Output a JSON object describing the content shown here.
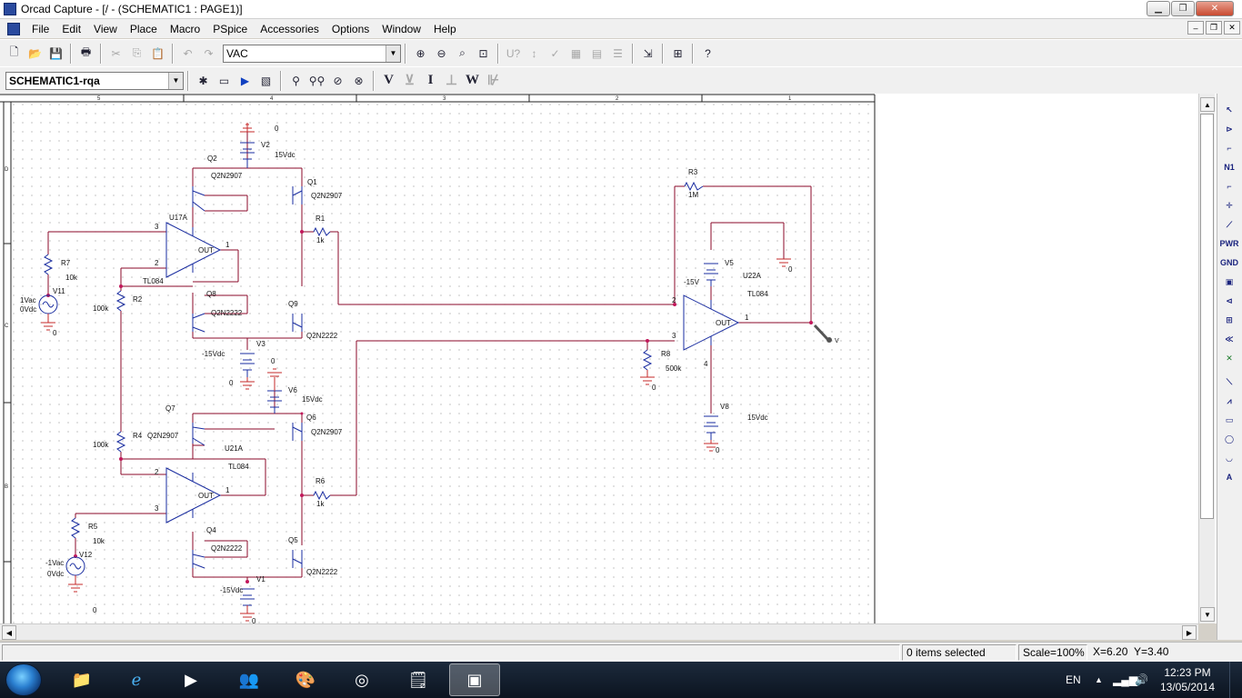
{
  "window": {
    "title": "Orcad Capture - [/ - (SCHEMATIC1 : PAGE1)]"
  },
  "menu": [
    "File",
    "Edit",
    "View",
    "Place",
    "Macro",
    "PSpice",
    "Accessories",
    "Options",
    "Window",
    "Help"
  ],
  "toolbar1": {
    "part_combo_value": "VAC"
  },
  "toolbar2": {
    "profile_combo_value": "SCHEMATIC1-rqa",
    "probe_buttons": [
      "V",
      "I",
      "W"
    ]
  },
  "border_zones": {
    "top": [
      "5",
      "4",
      "3",
      "2",
      "1"
    ],
    "left": [
      "D",
      "C",
      "B"
    ]
  },
  "schematic": {
    "labels": {
      "v2_gnd": "0",
      "v2": "V2",
      "v2_val": "15Vdc",
      "q2": "Q2",
      "q2_model": "Q2N2907",
      "q1": "Q1",
      "q1_model": "Q2N2907",
      "u17a": "U17A",
      "u17a_in_plus": "3",
      "u17a_in_minus": "2",
      "u17a_out": "OUT",
      "u17a_pin1": "1",
      "u17a_model": "TL084",
      "r1": "R1",
      "r1_val": "1k",
      "r7": "R7",
      "r7_val": "10k",
      "v11_val": "1Vac",
      "v11_dc": "0Vdc",
      "v11": "V11",
      "v11_gnd": "0",
      "r2": "R2",
      "r2_val": "100k",
      "q8": "Q8",
      "q8_model": "Q2N2222",
      "q9": "Q9",
      "q9_model": "Q2N2222",
      "v3": "V3",
      "v3_val": "-15Vdc",
      "v3_gnd": "0",
      "v6_gnd": "0",
      "v6": "V6",
      "v6_val": "15Vdc",
      "q7": "Q7",
      "q6": "Q6",
      "q6_model": "Q2N2907",
      "r4": "R4",
      "r4_val": "100k",
      "q7_model": "Q2N2907",
      "u21a": "U21A",
      "u21a_model": "TL084",
      "u21a_in_minus": "2",
      "u21a_in_plus": "3",
      "u21a_out": "OUT",
      "u21a_pin1": "1",
      "r6": "R6",
      "r6_val": "1k",
      "r5": "R5",
      "r5_val": "10k",
      "v12": "V12",
      "v12_val": "-1Vac",
      "v12_dc": "0Vdc",
      "q4": "Q4",
      "q4_model": "Q2N2222",
      "q5": "Q5",
      "q5_model": "Q2N2222",
      "v1": "V1",
      "v1_val": "-15Vdc",
      "v1_gnd": "0",
      "free_zero": "0",
      "r3": "R3",
      "r3_val": "1M",
      "v5": "V5",
      "v5_val": "-15V",
      "v5_gnd": "0",
      "u22a": "U22A",
      "u22a_model": "TL084",
      "u22a_in_minus": "2",
      "u22a_in_plus": "3",
      "u22a_out": "OUT",
      "u22a_pin1": "1",
      "u22a_pin4": "4",
      "r8": "R8",
      "r8_val": "500k",
      "r8_gnd": "0",
      "v8": "V8",
      "v8_val": "15Vdc",
      "v8_gnd": "0",
      "probe_v": "V"
    }
  },
  "palette": [
    "select",
    "part",
    "wire",
    "net-alias",
    "bus",
    "junction",
    "bus-entry",
    "power",
    "ground",
    "hierarchical-block",
    "port",
    "pin",
    "off-page",
    "no-connect",
    "line",
    "polyline",
    "rectangle",
    "ellipse",
    "arc",
    "text"
  ],
  "status": {
    "selection": "0 items selected",
    "scale": "Scale=100%",
    "x": "X=6.20",
    "y": "Y=3.40"
  },
  "taskbar": {
    "language": "EN",
    "time": "12:23 PM",
    "date": "13/05/2014"
  }
}
